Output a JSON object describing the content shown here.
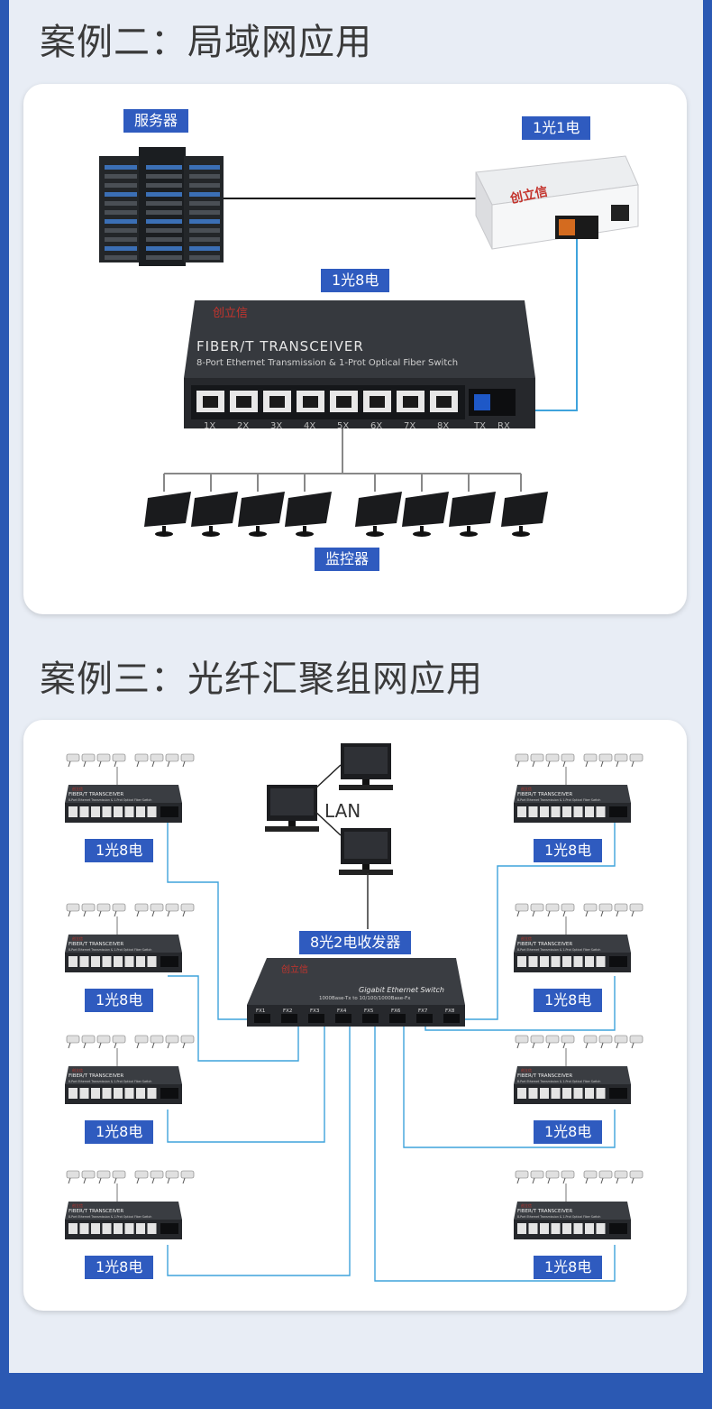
{
  "case2": {
    "title": "案例二：局域网应用",
    "server_label": "服务器",
    "converter_label": "1光1电",
    "switch_label": "1光8电",
    "monitor_label": "监控器",
    "switch_brand": "创立信",
    "switch_heading": "FIBER/T TRANSCEIVER",
    "switch_subheading": "8-Port Ethernet Transmission & 1-Prot Optical Fiber Switch",
    "port_labels": [
      "1X",
      "2X",
      "3X",
      "4X",
      "5X",
      "6X",
      "7X",
      "8X"
    ],
    "fiber_labels": [
      "TX",
      "RX"
    ]
  },
  "case3": {
    "title": "案例三：光纤汇聚组网应用",
    "lan_label": "LAN",
    "core_label": "8光2电收发器",
    "core_brand": "创立信",
    "core_heading": "Gigabit Ethernet Switch",
    "core_subheading": "1000Base-Tx to 10/100/1000Base-Fx",
    "fx_labels": [
      "FX1",
      "FX2",
      "FX3",
      "FX4",
      "FX5",
      "FX6",
      "FX7",
      "FX8"
    ],
    "edge_label": "1光8电",
    "edge_heading": "FIBER/T TRANSCEIVER",
    "edge_subheading": "8-Port Ethernet Transmission & 1-Prot Optical Fiber Switch"
  },
  "colors": {
    "accent": "#2f5bbf",
    "fiber": "#3fa3dc",
    "device": "#2a2c31"
  }
}
